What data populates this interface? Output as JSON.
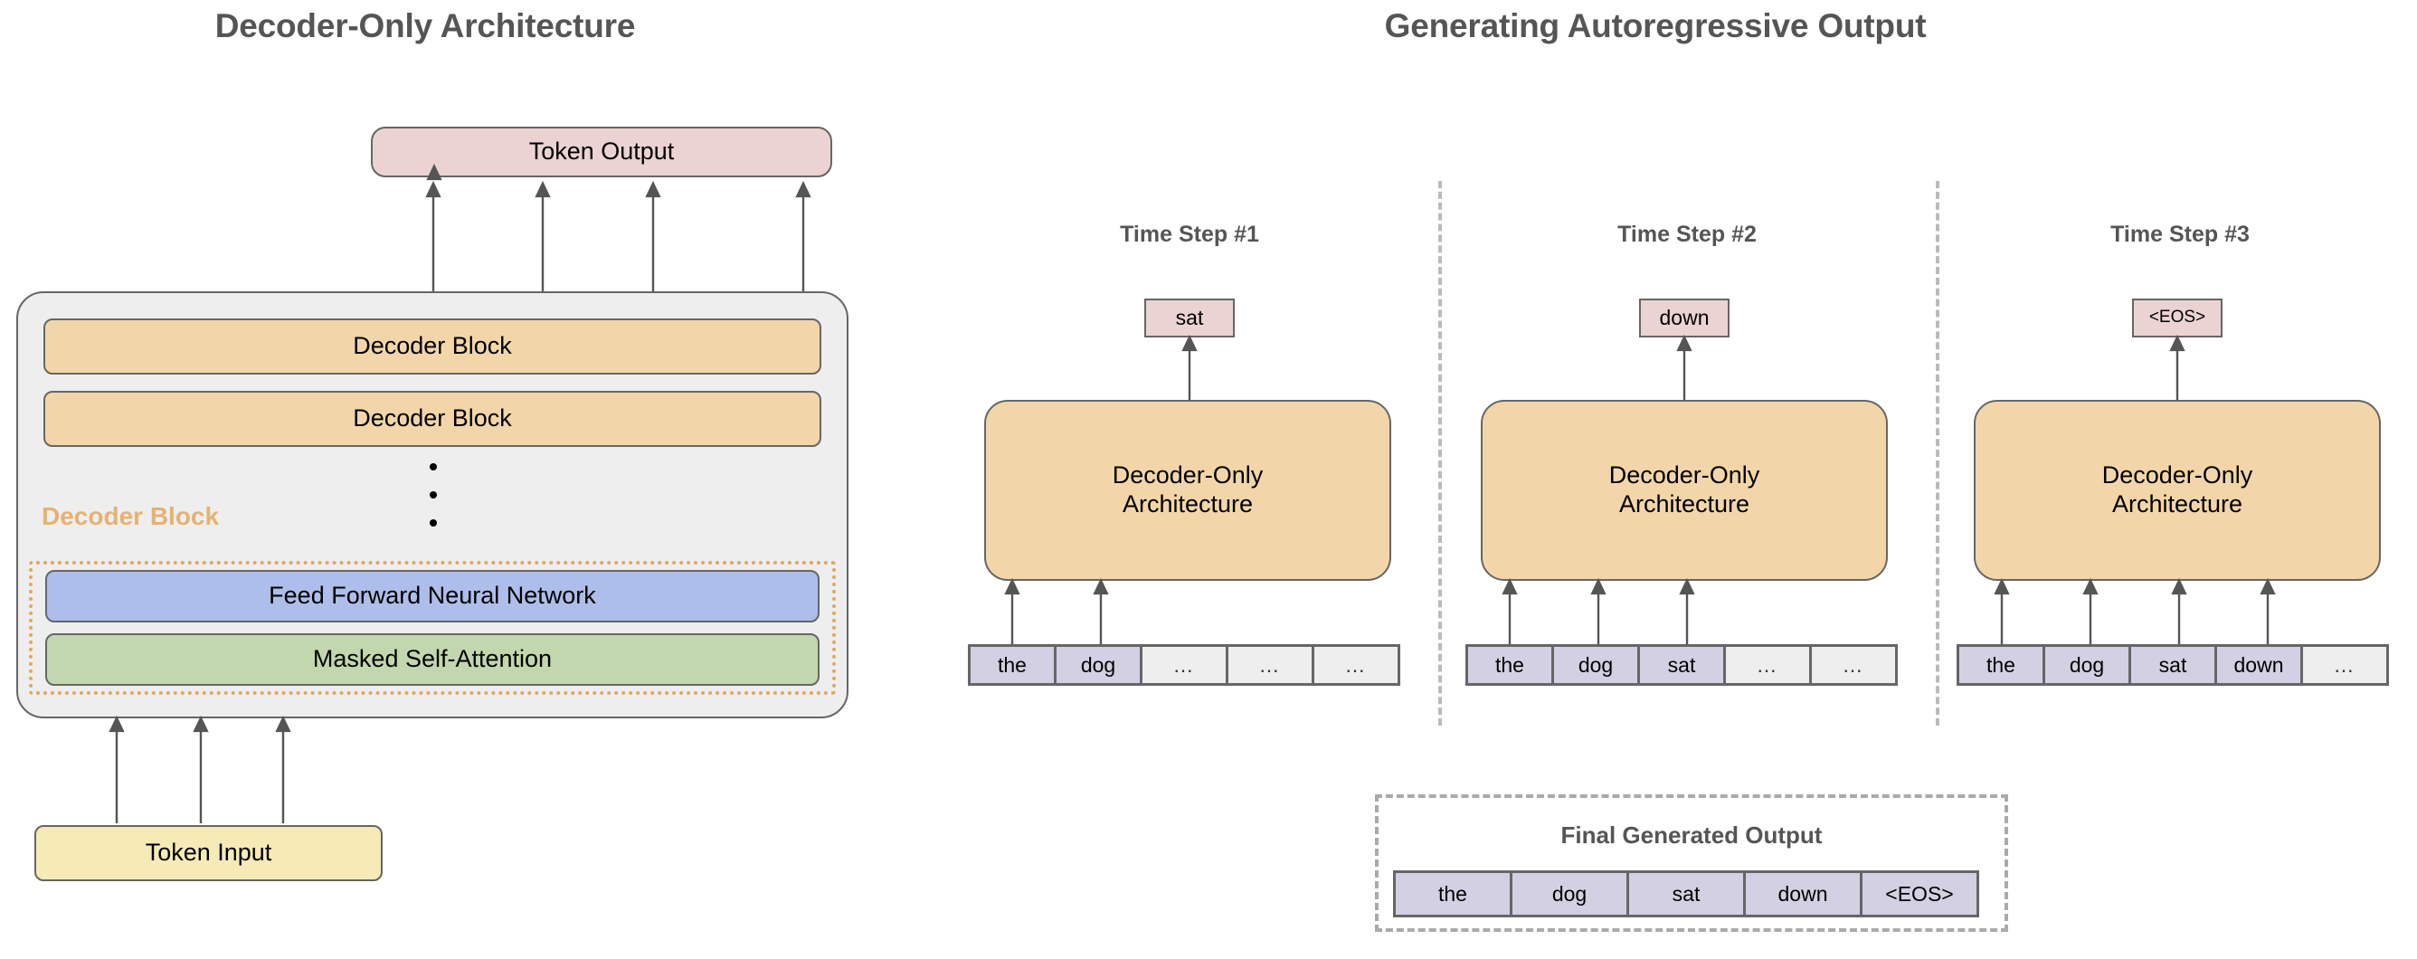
{
  "left_panel": {
    "title": "Decoder-Only Architecture",
    "token_output": "Token Output",
    "decoder_blocks": [
      "Decoder Block",
      "Decoder Block"
    ],
    "ellipsis_glyph": "⋮",
    "highlight_label": "Decoder Block",
    "inner_blocks": [
      {
        "label": "Feed Forward Neural Network",
        "color": "#aebeea"
      },
      {
        "label": "Masked Self-Attention",
        "color": "#c3d7ae"
      }
    ],
    "token_input": "Token Input"
  },
  "right_panel": {
    "title": "Generating Autoregressive Output",
    "model_label_line1": "Decoder-Only",
    "model_label_line2": "Architecture",
    "steps": [
      {
        "title": "Time Step #1",
        "output_token": "sat",
        "input_tokens": [
          "the",
          "dog",
          "…",
          "…",
          "…"
        ],
        "filled": [
          true,
          true,
          false,
          false,
          false
        ],
        "arrow_count": 2
      },
      {
        "title": "Time Step #2",
        "output_token": "down",
        "input_tokens": [
          "the",
          "dog",
          "sat",
          "…",
          "…"
        ],
        "filled": [
          true,
          true,
          true,
          false,
          false
        ],
        "arrow_count": 3
      },
      {
        "title": "Time Step #3",
        "output_token": "<EOS>",
        "input_tokens": [
          "the",
          "dog",
          "sat",
          "down",
          "…"
        ],
        "filled": [
          true,
          true,
          true,
          true,
          false
        ],
        "arrow_count": 4
      }
    ],
    "final_output": {
      "label": "Final Generated Output",
      "tokens": [
        "the",
        "dog",
        "sat",
        "down",
        "<EOS>"
      ]
    }
  },
  "colors": {
    "pink": "#ecd3d3",
    "orange": "#f2d6a9",
    "blue": "#aebeea",
    "green": "#c3d7ae",
    "yellow": "#f6eab6",
    "lavender": "#d3d0e3",
    "gray": "#eeeeee",
    "stroke": "#666666",
    "title_gray": "#555555",
    "dotted_orange": "#e0a761"
  }
}
